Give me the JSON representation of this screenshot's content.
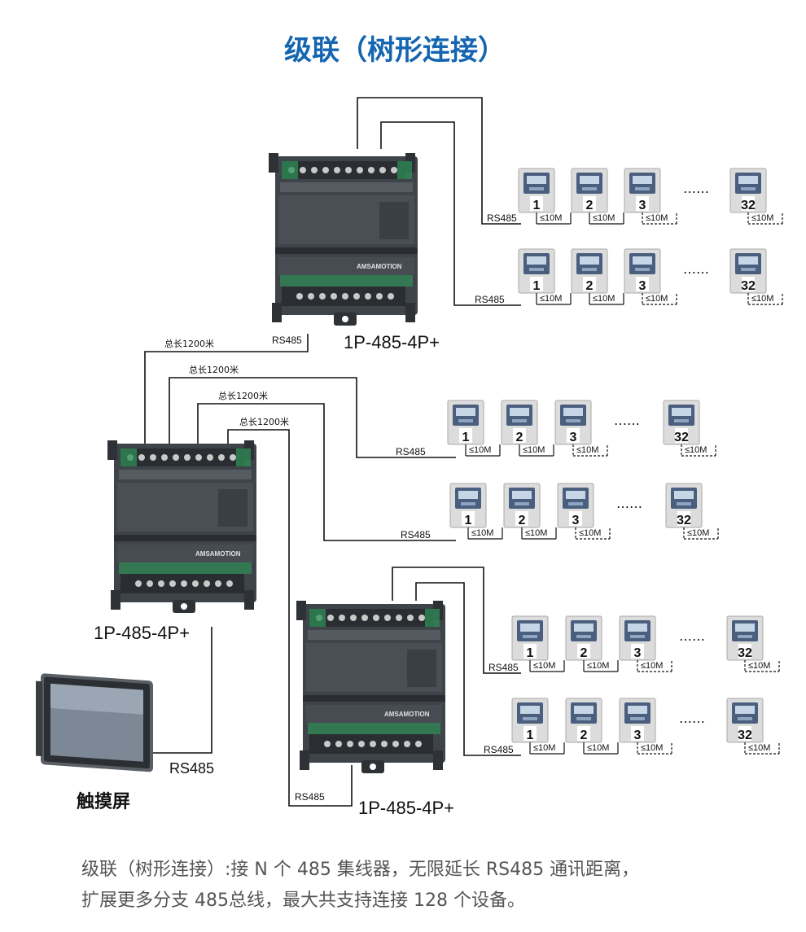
{
  "title": "级联（树形连接）",
  "hub_label": "1P-485-4P+",
  "hub_brand": "AMSAMOTION",
  "bus_label": "RS485",
  "length_label": "总长1200米",
  "seg_label": "≤10M",
  "ellipsis": "……",
  "meter_numbers": [
    "1",
    "2",
    "3",
    "32"
  ],
  "hmi_label": "触摸屏",
  "caption_line1": "级联（树形连接）:接 N 个 485 集线器，无限延长 RS485 通讯距离，",
  "caption_line2": "扩展更多分支 485总线，最大共支持连接 128 个设备。",
  "colors": {
    "title": "#1565b0",
    "hub_body": "#3b4046",
    "wire": "#111111",
    "meter_panel": "#d8d8d8",
    "meter_screen": "#4a5f7e",
    "caption": "#555555"
  }
}
